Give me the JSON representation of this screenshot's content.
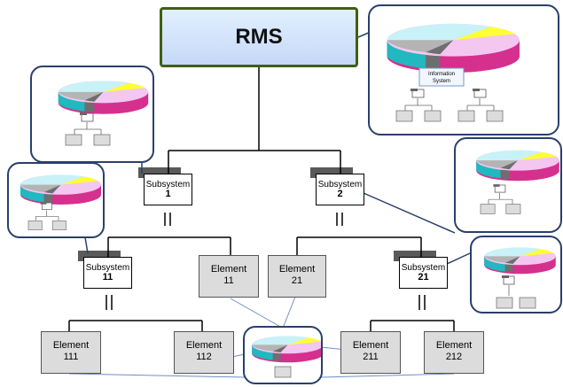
{
  "root": {
    "label": "RMS"
  },
  "subsystems": [
    {
      "key": "s1",
      "label": "Subsystem",
      "number": "1"
    },
    {
      "key": "s2",
      "label": "Subsystem",
      "number": "2"
    },
    {
      "key": "s11",
      "label": "Subsystem",
      "number": "11"
    },
    {
      "key": "s21",
      "label": "Subsystem",
      "number": "21"
    }
  ],
  "elements": [
    {
      "key": "e11",
      "label": "Element",
      "number": "11"
    },
    {
      "key": "e21",
      "label": "Element",
      "number": "21"
    },
    {
      "key": "e111",
      "label": "Element",
      "number": "111"
    },
    {
      "key": "e112",
      "label": "Element",
      "number": "112"
    },
    {
      "key": "e211",
      "label": "Element",
      "number": "211"
    },
    {
      "key": "e212",
      "label": "Element",
      "number": "212"
    }
  ],
  "info_callout": {
    "label_line1": "Information",
    "label_line2": "System"
  },
  "colors": {
    "pie_cyan": "#c8f2f7",
    "pie_pink": "#f3c7f0",
    "pie_yellow": "#ffff33",
    "pie_gray": "#b4b4b4",
    "pie_magenta": "#d6308e",
    "pie_teal": "#21b8bf",
    "pie_darkgray": "#6e6e6e",
    "callout_border": "#2a3f6b",
    "root_border": "#3f5f12",
    "element_fill": "#dcdcdc"
  }
}
